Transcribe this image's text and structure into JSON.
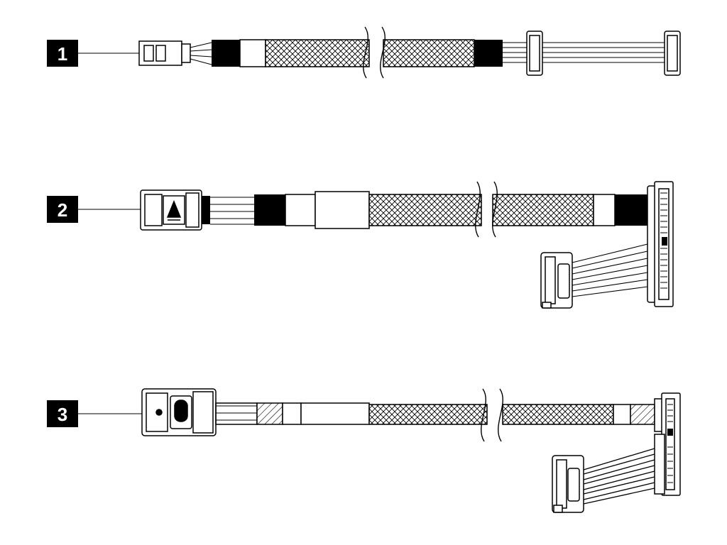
{
  "colors": {
    "ink": "#000000",
    "paper": "#ffffff"
  },
  "cables": [
    {
      "callout": "1",
      "end_a": "power-connector",
      "end_b": "power-connector-pair"
    },
    {
      "callout": "2",
      "end_a": "mini-sas-hd-connector",
      "end_b": "sas-backplane-connector"
    },
    {
      "callout": "3",
      "end_a": "mini-sas-hd-connector",
      "end_b": "slimline-backplane-connector"
    }
  ]
}
